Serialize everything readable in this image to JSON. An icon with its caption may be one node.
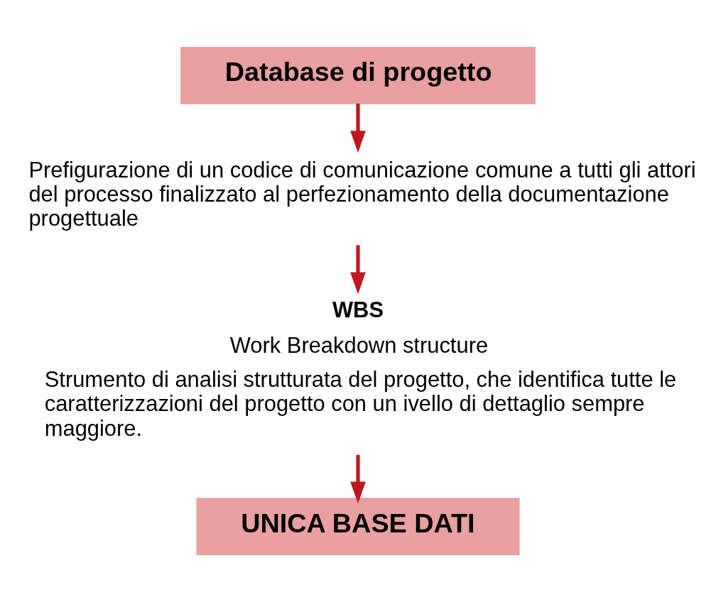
{
  "diagram": {
    "nodes": [
      {
        "text": [
          "Database di progetto"
        ]
      },
      {
        "text": [
          "Prefigurazione di un codice di comunicazione comune a tutti gli attori del processo finalizzato al perfezionamento della documentazione progettuale"
        ]
      },
      {
        "text": [
          "WBS",
          "Work Breakdown structure",
          "Strumento di analisi strutturata del progetto, che identifica tutte le caratterizzazioni del progetto con un ivello di dettaglio sempre maggiore."
        ]
      },
      {
        "text": [
          "UNICA BASE DATI"
        ]
      }
    ],
    "edges": [
      {
        "from": 0,
        "to": 1,
        "arrow": "to"
      },
      {
        "from": 1,
        "to": 2,
        "arrow": "to"
      },
      {
        "from": 2,
        "to": 3,
        "arrow": "to"
      }
    ]
  }
}
